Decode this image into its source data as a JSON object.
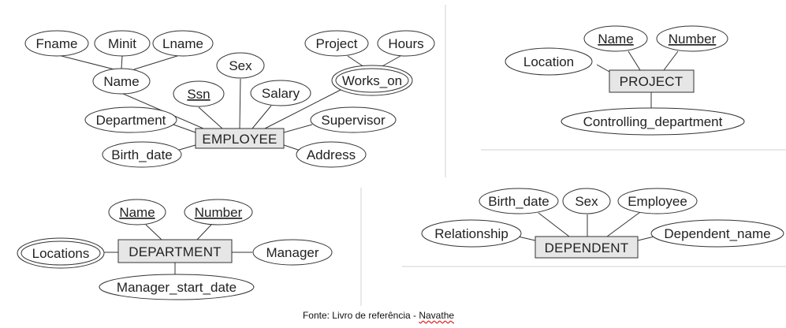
{
  "caption": {
    "prefix": "Fonte: Livro de referência - ",
    "author": "Navathe"
  },
  "colors": {
    "entity_fill": "#e6e6e6",
    "outline": "#333333",
    "squiggle": "#dd2222"
  },
  "panels": {
    "employee": {
      "entity": "EMPLOYEE",
      "attributes": {
        "fname": "Fname",
        "minit": "Minit",
        "lname": "Lname",
        "name": "Name",
        "sex": "Sex",
        "ssn": "Ssn",
        "salary": "Salary",
        "project": "Project",
        "hours": "Hours",
        "works_on": "Works_on",
        "department": "Department",
        "supervisor": "Supervisor",
        "birth_date": "Birth_date",
        "address": "Address"
      }
    },
    "project": {
      "entity": "PROJECT",
      "attributes": {
        "name": "Name",
        "number": "Number",
        "location": "Location",
        "controlling_department": "Controlling_department"
      }
    },
    "department": {
      "entity": "DEPARTMENT",
      "attributes": {
        "name": "Name",
        "number": "Number",
        "locations": "Locations",
        "manager": "Manager",
        "manager_start_date": "Manager_start_date"
      }
    },
    "dependent": {
      "entity": "DEPENDENT",
      "attributes": {
        "birth_date": "Birth_date",
        "sex": "Sex",
        "employee": "Employee",
        "relationship": "Relationship",
        "dependent_name": "Dependent_name"
      }
    }
  }
}
